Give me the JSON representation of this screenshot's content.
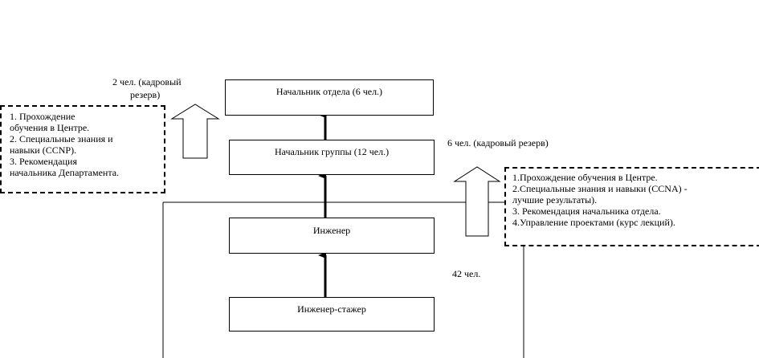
{
  "boxes": {
    "head_department": "Начальник отдела (6 чел.)",
    "head_group": "Начальник группы (12 чел.)",
    "engineer": "Инженер",
    "trainee": "Инженер-стажер"
  },
  "labels": {
    "reserve_top_line1": "2 чел. (кадровый",
    "reserve_top_line2": "резерв)",
    "reserve_mid": "6 чел. (кадровый резерв)",
    "count_engineers": "42 чел."
  },
  "note_left": {
    "items": [
      "1.        Прохождение",
      "обучения в Центре.",
      "2.        Специальные знания и",
      "навыки (CCNP).",
      "3.        Рекомендация",
      "начальника Департамента."
    ]
  },
  "note_right": {
    "items": [
      "1.Прохождение обучения в Центре.",
      "2.Специальные знания и навыки (CCNA) -",
      "лучшие результаты).",
      "3. Рекомендация начальника отдела.",
      "4.Управление проектами (курс лекций)."
    ]
  }
}
